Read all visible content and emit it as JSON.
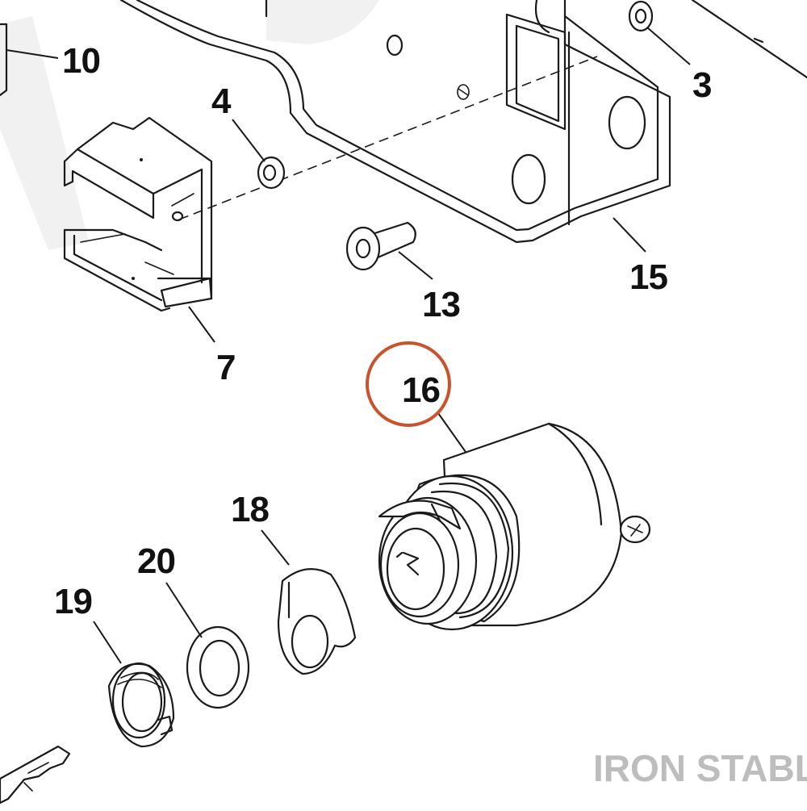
{
  "callouts": {
    "c10": "10",
    "c3": "3",
    "c4": "4",
    "c15": "15",
    "c13": "13",
    "c7": "7",
    "c16": "16",
    "c18": "18",
    "c20": "20",
    "c19": "19"
  },
  "highlighted_part": "16",
  "highlight_color": "#c9532c",
  "watermark_color": "#f1f1f1",
  "brand": {
    "name": "IRON STABLE",
    "color": "#bdbdbd"
  }
}
